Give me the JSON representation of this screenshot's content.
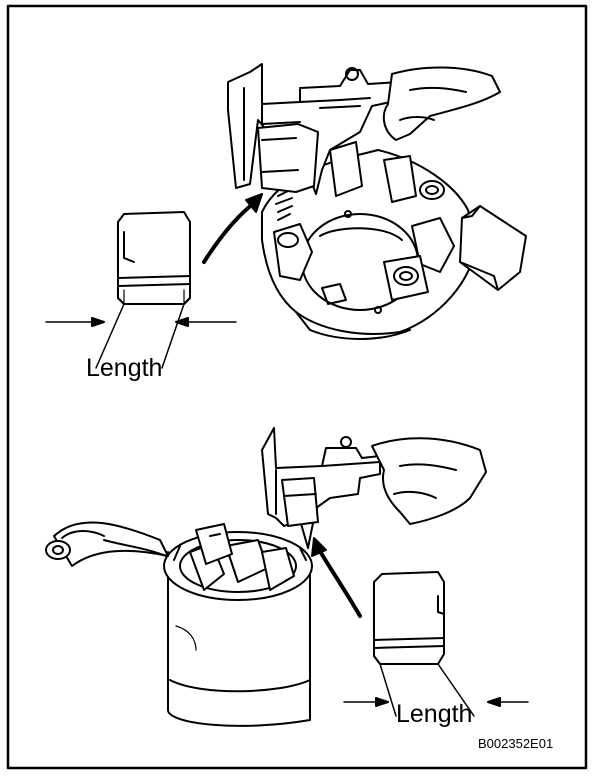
{
  "labels": {
    "top_length": "Length",
    "bottom_length": "Length",
    "figure_code": "B002352E01"
  },
  "colors": {
    "line": "#000000",
    "background": "#ffffff"
  }
}
